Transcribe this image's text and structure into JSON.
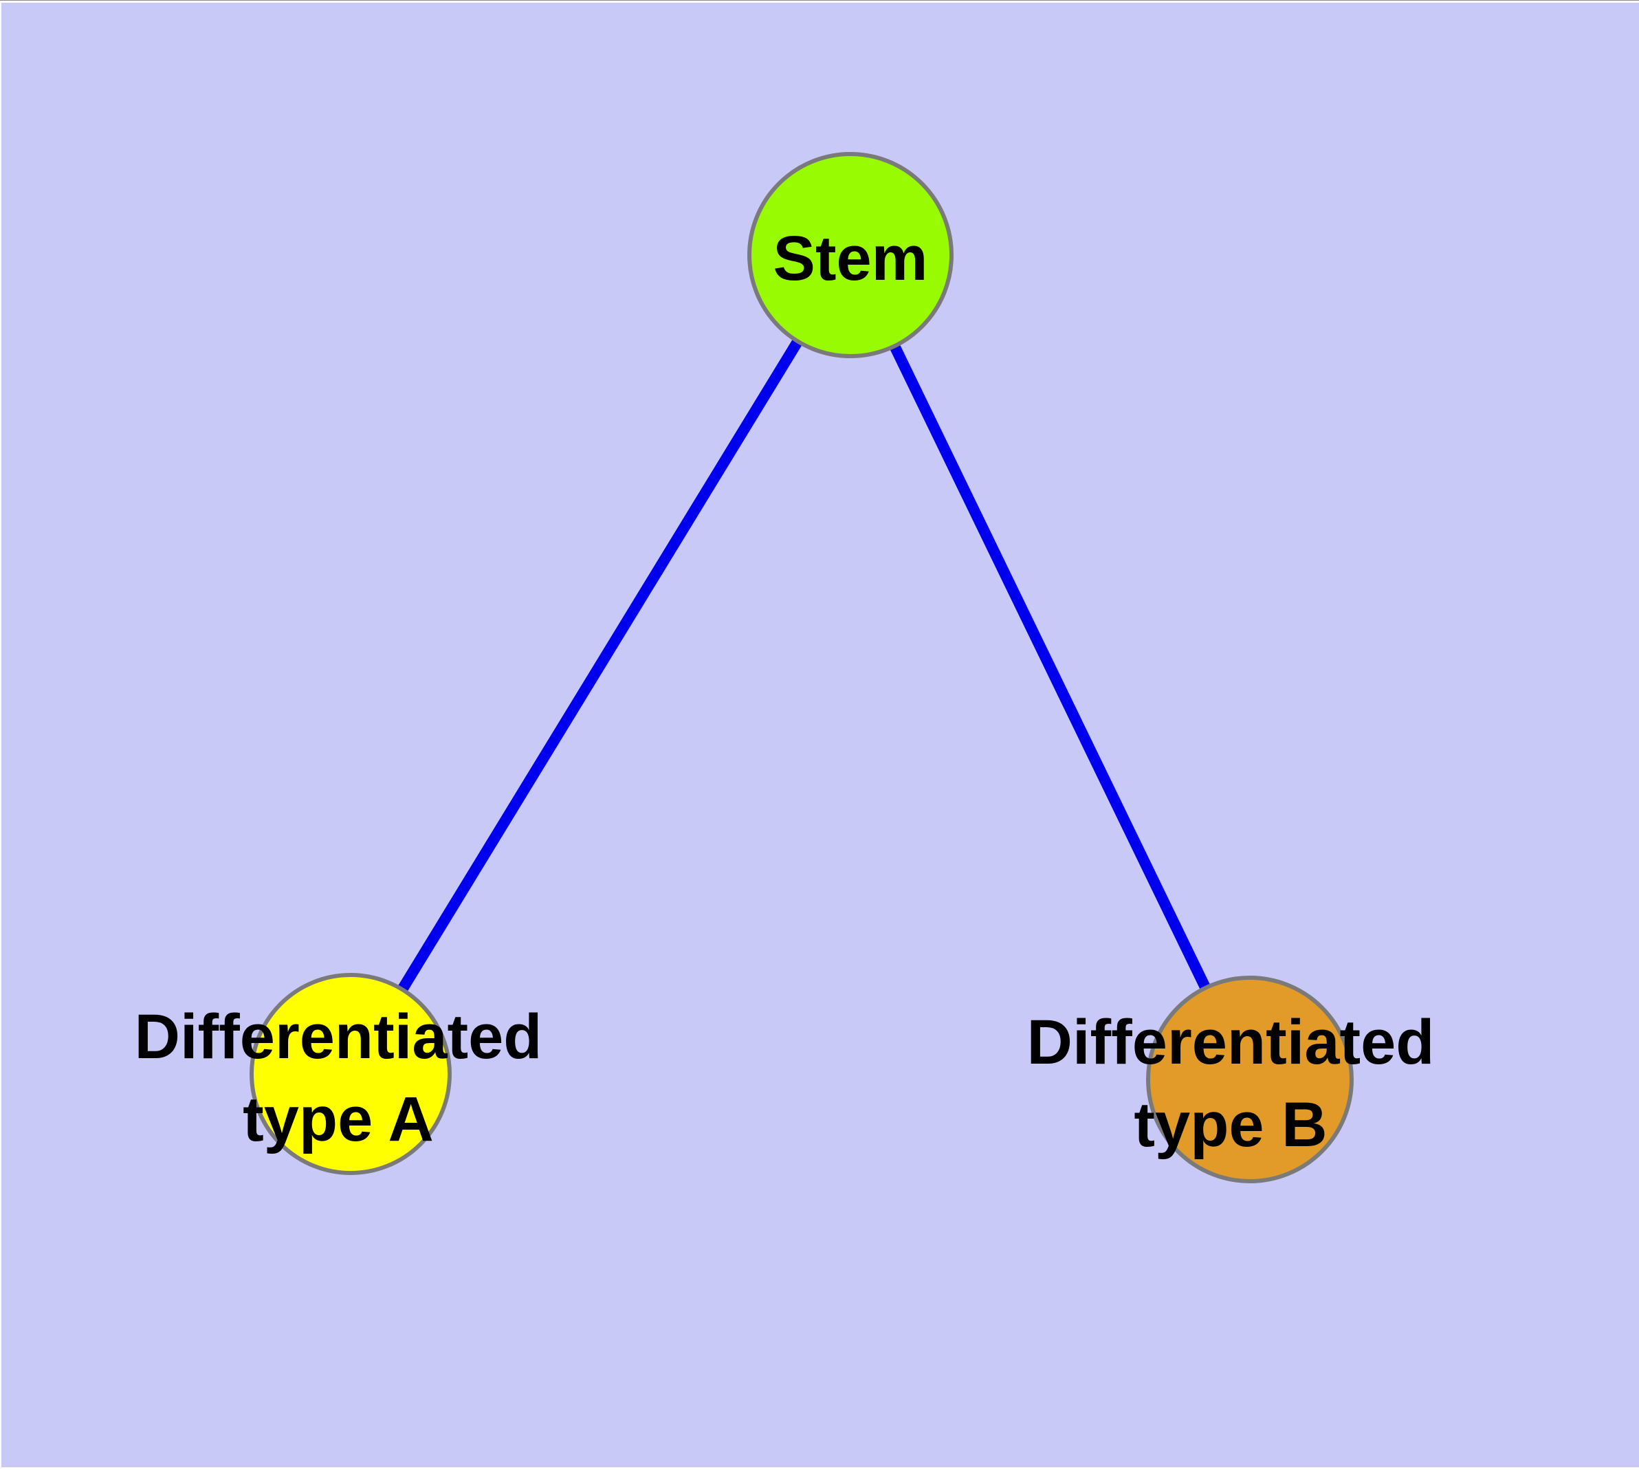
{
  "diagram": {
    "type": "graph",
    "background_color": "#C9C9F8",
    "frame_color": "#FFFFFF",
    "frame_topline_color": "#8A8A8A",
    "edge_color": "#0000EE",
    "node_border_color": "#7A7A7A",
    "label_color": "#000000",
    "nodes": [
      {
        "id": "stem",
        "label": "Stem",
        "fill": "#99FB02"
      },
      {
        "id": "differentiated-type-a",
        "label": "Differentiated type A",
        "label_line1": "Differentiated",
        "label_line2": "type A",
        "fill": "#FFFF00"
      },
      {
        "id": "differentiated-type-b",
        "label": "Differentiated type B",
        "label_line1": "Differentiated",
        "label_line2": "type B",
        "fill": "#E29A28"
      }
    ],
    "edges": [
      {
        "from": "Stem",
        "to": "Differentiated type A"
      },
      {
        "from": "Stem",
        "to": "Differentiated type B"
      }
    ]
  }
}
